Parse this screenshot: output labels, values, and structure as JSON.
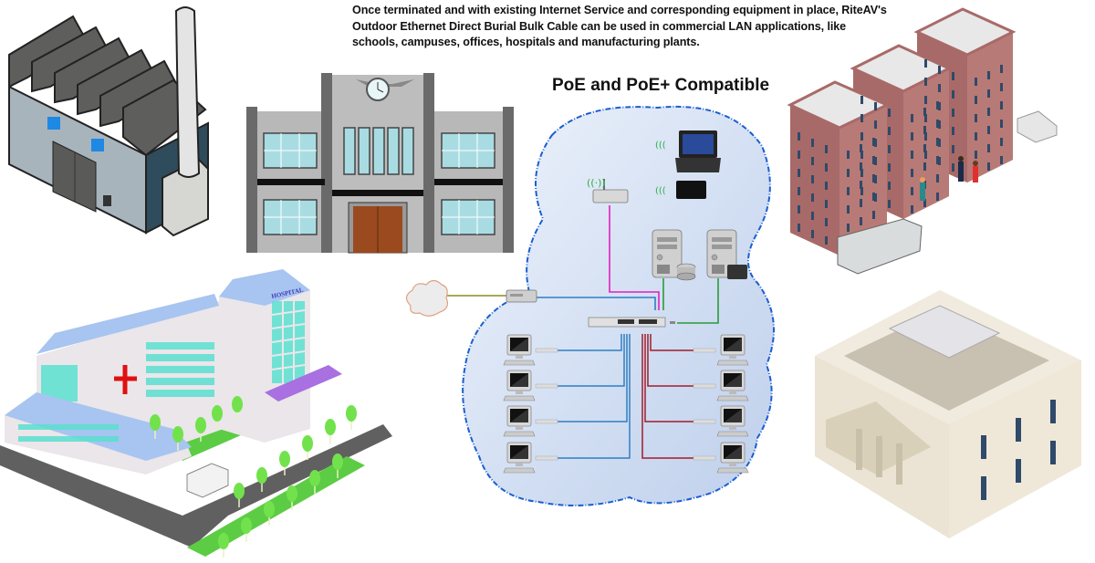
{
  "intro_text": "Once terminated and with existing Internet Service and corresponding equipment in place, RiteAV's Outdoor Ethernet Direct Burial Bulk Cable can be used in commercial LAN applications, like schools, campuses, offices, hospitals and manufacturing plants.",
  "network": {
    "title": "PoE and PoE+ Compatible",
    "nodes": [
      "internet-cloud",
      "modem",
      "wireless-router",
      "laptop",
      "tablet",
      "database-server",
      "file-server",
      "network-switch",
      "workstation-left-1",
      "workstation-left-2",
      "workstation-left-3",
      "workstation-left-4",
      "workstation-right-1",
      "workstation-right-2",
      "workstation-right-3",
      "workstation-right-4"
    ],
    "cable_colors": {
      "internet": "#8a8a20",
      "lan_left": "#2f7fc1",
      "lan_right": "#a01c2a",
      "wireless": "#e020c0",
      "server": "#2a9a3a",
      "boundary": "#1a5fd0"
    }
  },
  "buildings": {
    "hospital_sign": "HOSPITAL",
    "items": [
      "factory",
      "school",
      "office-towers",
      "hospital",
      "bank"
    ]
  },
  "colors": {
    "cloud_fill": "#d2def2",
    "factory_roof": "#5a5a58",
    "factory_wall": "#a8b4bc",
    "school_wall": "#b8b8b8",
    "window": "#a8dce2",
    "door": "#9a4a1e",
    "tower_brick": "#a86a68",
    "hospital_roof": "#a8c4f0",
    "tree": "#6ee050",
    "grass": "#5ccc44",
    "road": "#606060",
    "bank_wall": "#ebe4d4",
    "cross": "#e01010"
  }
}
